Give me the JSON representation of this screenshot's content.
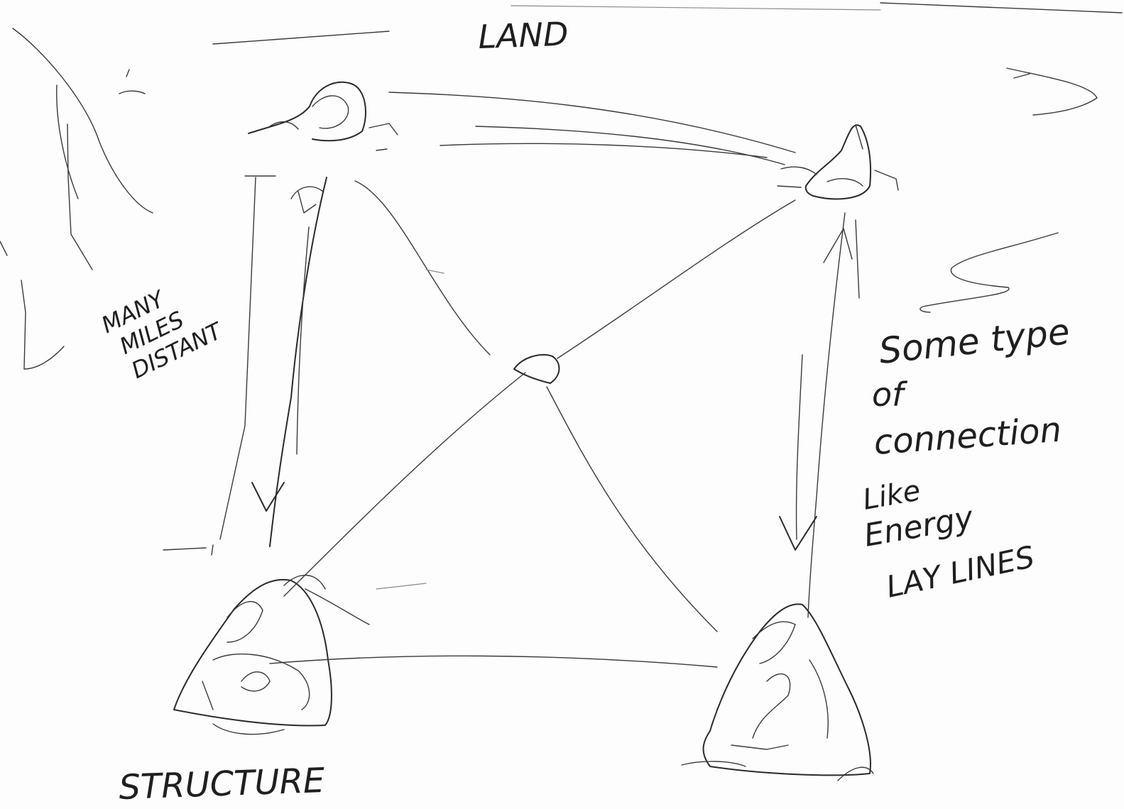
{
  "labels": {
    "land": "LAND",
    "many_miles_1": "MANY",
    "many_miles_2": "MILES",
    "many_miles_3": "DISTANT",
    "connection_1": "Some type",
    "connection_2": "of",
    "connection_3": "connection",
    "connection_4": "Like",
    "connection_5": "Energy",
    "connection_6": "LAY LINES",
    "structure": "STRUCTURE"
  },
  "colors": {
    "ink": "#2a2a2a",
    "paper": "#fdfdfd"
  }
}
